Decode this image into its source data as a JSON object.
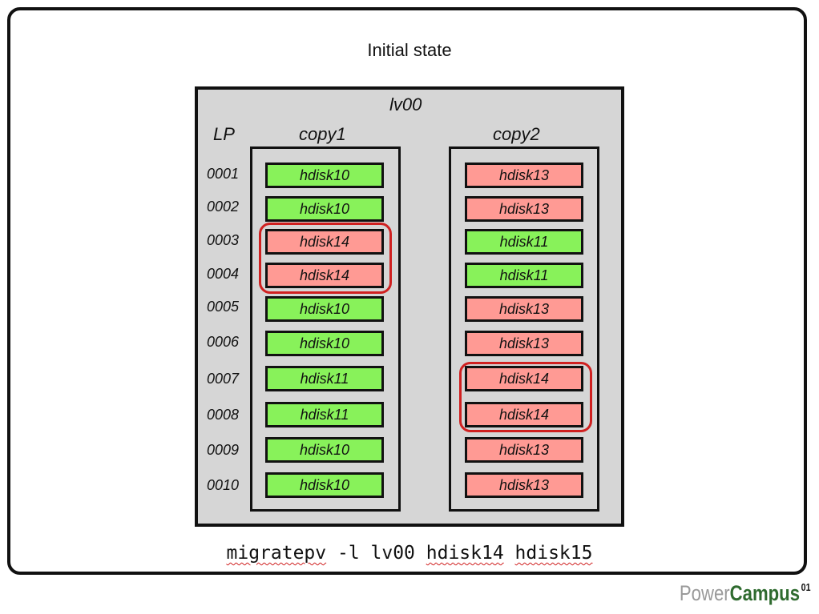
{
  "title": "Initial state",
  "lv_name": "lv00",
  "lp_header": "LP",
  "copies": [
    {
      "header": "copy1"
    },
    {
      "header": "copy2"
    }
  ],
  "rows": [
    {
      "lp": "0001",
      "copy1": "hdisk10",
      "copy2": "hdisk13"
    },
    {
      "lp": "0002",
      "copy1": "hdisk10",
      "copy2": "hdisk13"
    },
    {
      "lp": "0003",
      "copy1": "hdisk14",
      "copy2": "hdisk11"
    },
    {
      "lp": "0004",
      "copy1": "hdisk14",
      "copy2": "hdisk11"
    },
    {
      "lp": "0005",
      "copy1": "hdisk10",
      "copy2": "hdisk13"
    },
    {
      "lp": "0006",
      "copy1": "hdisk10",
      "copy2": "hdisk13"
    },
    {
      "lp": "0007",
      "copy1": "hdisk11",
      "copy2": "hdisk14"
    },
    {
      "lp": "0008",
      "copy1": "hdisk11",
      "copy2": "hdisk14"
    },
    {
      "lp": "0009",
      "copy1": "hdisk10",
      "copy2": "hdisk13"
    },
    {
      "lp": "0010",
      "copy1": "hdisk10",
      "copy2": "hdisk13"
    }
  ],
  "cell_colors": {
    "hdisk10": "#88f25a",
    "hdisk11": "#88f25a",
    "hdisk13": "#ff9a94",
    "hdisk14": "#ff9a94"
  },
  "highlight_color": "#d02020",
  "command": {
    "parts": [
      "migratepv",
      " -l lv00 ",
      "hdisk14",
      " ",
      "hdisk15"
    ]
  },
  "logo": {
    "part1": "Power",
    "part2": "Campus",
    "sup": "01"
  }
}
